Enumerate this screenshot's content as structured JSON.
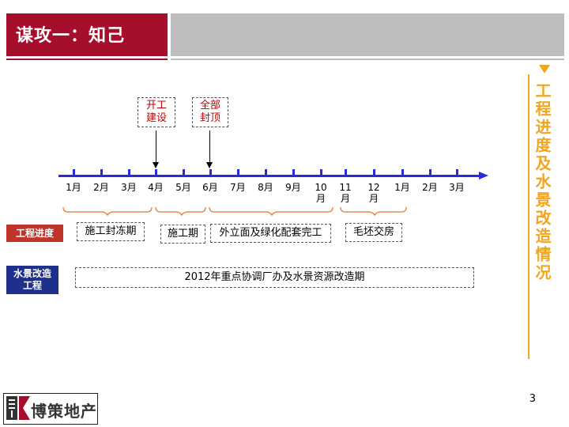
{
  "header": {
    "title": "谋攻一：知己"
  },
  "side": {
    "vertical_title": "工程进度及水景改造情况"
  },
  "timeline": {
    "months": [
      "1月",
      "2月",
      "3月",
      "4月",
      "5月",
      "6月",
      "7月",
      "8月",
      "9月",
      "10\n月",
      "11\n月",
      "12\n月",
      "1月",
      "2月",
      "3月"
    ],
    "milestones": [
      {
        "label": "开工\n建设"
      },
      {
        "label": "全部\n封顶"
      }
    ]
  },
  "rows": {
    "progress": {
      "label": "工程进度",
      "phases": [
        "施工封冻期",
        "施工期",
        "外立面及绿化配套完工",
        "毛坯交房"
      ]
    },
    "water": {
      "label": "水景改造\n工程",
      "text": "2012年重点协调厂办及水景资源改造期"
    }
  },
  "footer": {
    "page_number": "3",
    "logo_text": "博策地产"
  },
  "colors": {
    "brand_red": "#a50f2b",
    "accent_orange": "#f2a51e",
    "axis_blue": "#2b2bd6",
    "brace_orange": "#e8742a",
    "navy_label": "#1f2f8c",
    "red_label": "#c0342a"
  }
}
